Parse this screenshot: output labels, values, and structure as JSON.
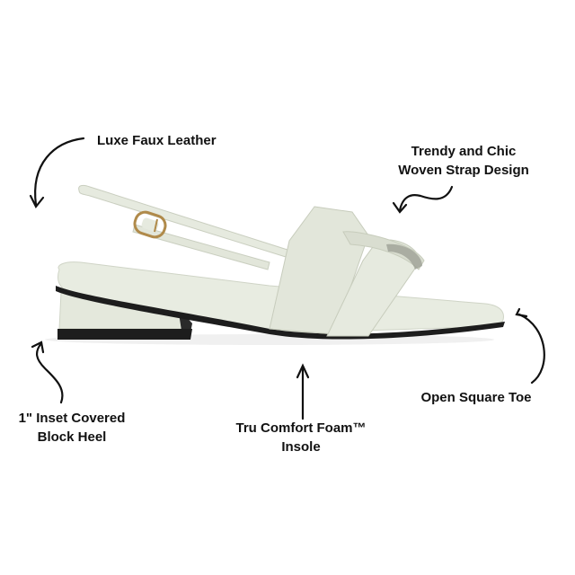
{
  "image": {
    "subject": "Sage/off-white slingback block heel sandal with woven straps",
    "colors": {
      "background": "#ffffff",
      "shoe_body": "#e4e8dc",
      "shoe_shadow": "#cfd4c6",
      "sole": "#1d1d1d",
      "buckle": "#b08a4a",
      "text": "#111111",
      "arrow": "#111111"
    }
  },
  "callouts": {
    "leather": {
      "lines": [
        "Luxe Faux Leather"
      ]
    },
    "woven": {
      "lines": [
        "Trendy and Chic",
        "Woven Strap Design"
      ]
    },
    "heel": {
      "lines": [
        "1\" Inset Covered",
        "Block Heel"
      ]
    },
    "insole": {
      "lines": [
        "Tru Comfort Foam™",
        "Insole"
      ]
    },
    "toe": {
      "lines": [
        "Open Square Toe"
      ]
    }
  }
}
